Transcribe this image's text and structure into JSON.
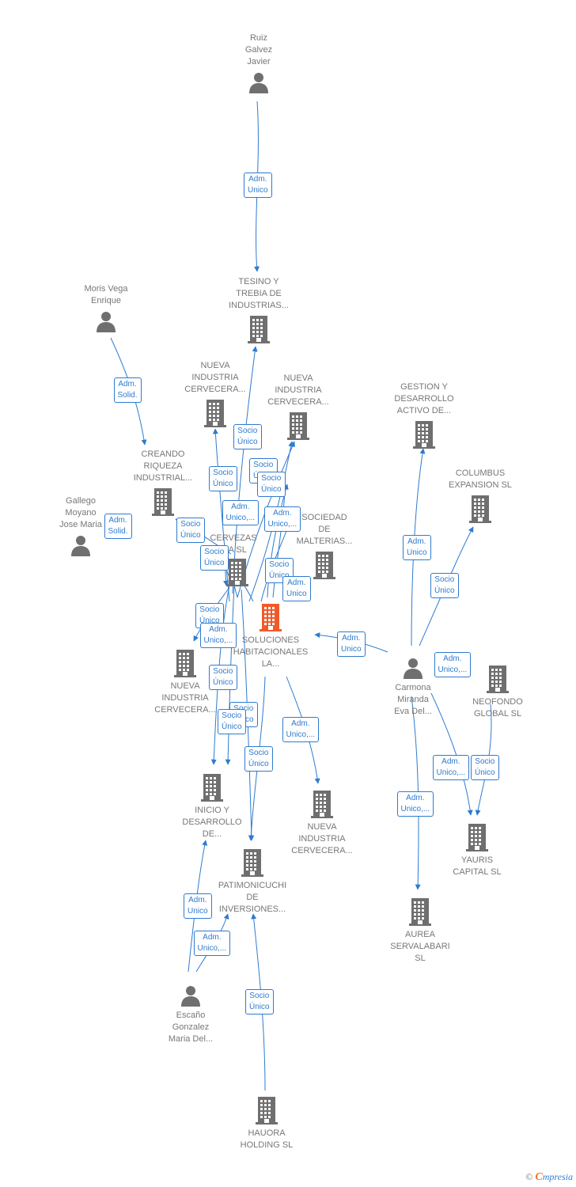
{
  "colors": {
    "edge": "#2e7bcf",
    "node": "#6f6f6f",
    "highlight": "#f05a2a",
    "text": "#777777"
  },
  "nodes": [
    {
      "id": "ruiz",
      "type": "person",
      "label": "Ruiz\nGalvez\nJavier"
    },
    {
      "id": "tesino",
      "type": "company",
      "label": "TESINO Y\nTREBIA DE\nINDUSTRIAS..."
    },
    {
      "id": "moris",
      "type": "person",
      "label": "Moris Vega\nEnrique"
    },
    {
      "id": "nueva1",
      "type": "company",
      "label": "NUEVA\nINDUSTRIA\nCERVECERA..."
    },
    {
      "id": "nueva2",
      "type": "company",
      "label": "NUEVA\nINDUSTRIA\nCERVECERA..."
    },
    {
      "id": "gestion",
      "type": "company",
      "label": "GESTION Y\nDESARROLLO\nACTIVO DE..."
    },
    {
      "id": "creando",
      "type": "company",
      "label": "CREANDO\nRIQUEZA\nINDUSTRIAL..."
    },
    {
      "id": "columbus",
      "type": "company",
      "label": "COLUMBUS\nEXPANSION SL"
    },
    {
      "id": "gallego",
      "type": "person",
      "label": "Gallego\nMoyano\nJose Maria"
    },
    {
      "id": "cervezas",
      "type": "company",
      "label": "CERVEZAS\nVIA SL"
    },
    {
      "id": "sociedad",
      "type": "company",
      "label": "SOCIEDAD\nDE\nMALTERIAS..."
    },
    {
      "id": "soluciones",
      "type": "company",
      "highlight": true,
      "label": "SOLUCIONES\nHABITACIONALES\nLA..."
    },
    {
      "id": "carmona",
      "type": "person",
      "label": "Carmona\nMiranda\nEva Del..."
    },
    {
      "id": "neofondo",
      "type": "company",
      "label": "NEOFONDO\nGLOBAL SL"
    },
    {
      "id": "nueva3",
      "type": "company",
      "label": "NUEVA\nINDUSTRIA\nCERVECERA..."
    },
    {
      "id": "inicio",
      "type": "company",
      "label": "INICIO Y\nDESARROLLO\nDE..."
    },
    {
      "id": "nueva4",
      "type": "company",
      "label": "NUEVA\nINDUSTRIA\nCERVECERA..."
    },
    {
      "id": "yauris",
      "type": "company",
      "label": "YAURIS\nCAPITAL SL"
    },
    {
      "id": "patimonicuchi",
      "type": "company",
      "label": "PATIMONICUCHI\nDE\nINVERSIONES..."
    },
    {
      "id": "aurea",
      "type": "company",
      "label": "AUREA\nSERVALABARI\nSL"
    },
    {
      "id": "escano",
      "type": "person",
      "label": "Escaño\nGonzalez\nMaria Del..."
    },
    {
      "id": "hauora",
      "type": "company",
      "label": "HAUORA\nHOLDING SL"
    }
  ],
  "edge_labels": [
    {
      "id": "e1",
      "label": "Adm.\nUnico"
    },
    {
      "id": "e2",
      "label": "Adm.\nSolid."
    },
    {
      "id": "e3",
      "label": "Adm.\nSolid."
    },
    {
      "id": "e4",
      "label": "Socio\nÚnico"
    },
    {
      "id": "e5",
      "label": "Socio\nÚnico"
    },
    {
      "id": "e6",
      "label": "Socio\nÚnico"
    },
    {
      "id": "e7",
      "label": "Socio\nÚnico"
    },
    {
      "id": "e8",
      "label": "Socio\nÚnico"
    },
    {
      "id": "e9",
      "label": "Adm.\nUnico,..."
    },
    {
      "id": "e10",
      "label": "Adm.\nUnico,..."
    },
    {
      "id": "e11",
      "label": "Socio\nÚnico"
    },
    {
      "id": "e12",
      "label": "Socio\nÚnico"
    },
    {
      "id": "e13",
      "label": "Adm.\nUnico"
    },
    {
      "id": "e14",
      "label": "Socio\nÚnico"
    },
    {
      "id": "e15",
      "label": "Adm.\nUnico,..."
    },
    {
      "id": "e16",
      "label": "Adm.\nUnico"
    },
    {
      "id": "e17",
      "label": "Adm.\nUnico"
    },
    {
      "id": "e18",
      "label": "Socio\nÚnico"
    },
    {
      "id": "e19",
      "label": "Adm.\nUnico,..."
    },
    {
      "id": "e20",
      "label": "Socio\nÚnico"
    },
    {
      "id": "e21",
      "label": "Socio\nÚnico"
    },
    {
      "id": "e22",
      "label": "Socio\nÚnico"
    },
    {
      "id": "e23",
      "label": "Adm.\nUnico,..."
    },
    {
      "id": "e24",
      "label": "Socio\nÚnico"
    },
    {
      "id": "e25",
      "label": "Adm.\nUnico,..."
    },
    {
      "id": "e26",
      "label": "Socio\nÚnico"
    },
    {
      "id": "e27",
      "label": "Adm.\nUnico,..."
    },
    {
      "id": "e28",
      "label": "Adm.\nUnico"
    },
    {
      "id": "e29",
      "label": "Adm.\nUnico,..."
    },
    {
      "id": "e30",
      "label": "Socio\nÚnico"
    }
  ],
  "footer": {
    "copyright": "©",
    "brand_initial": "C",
    "brand_rest": "mpresia"
  }
}
